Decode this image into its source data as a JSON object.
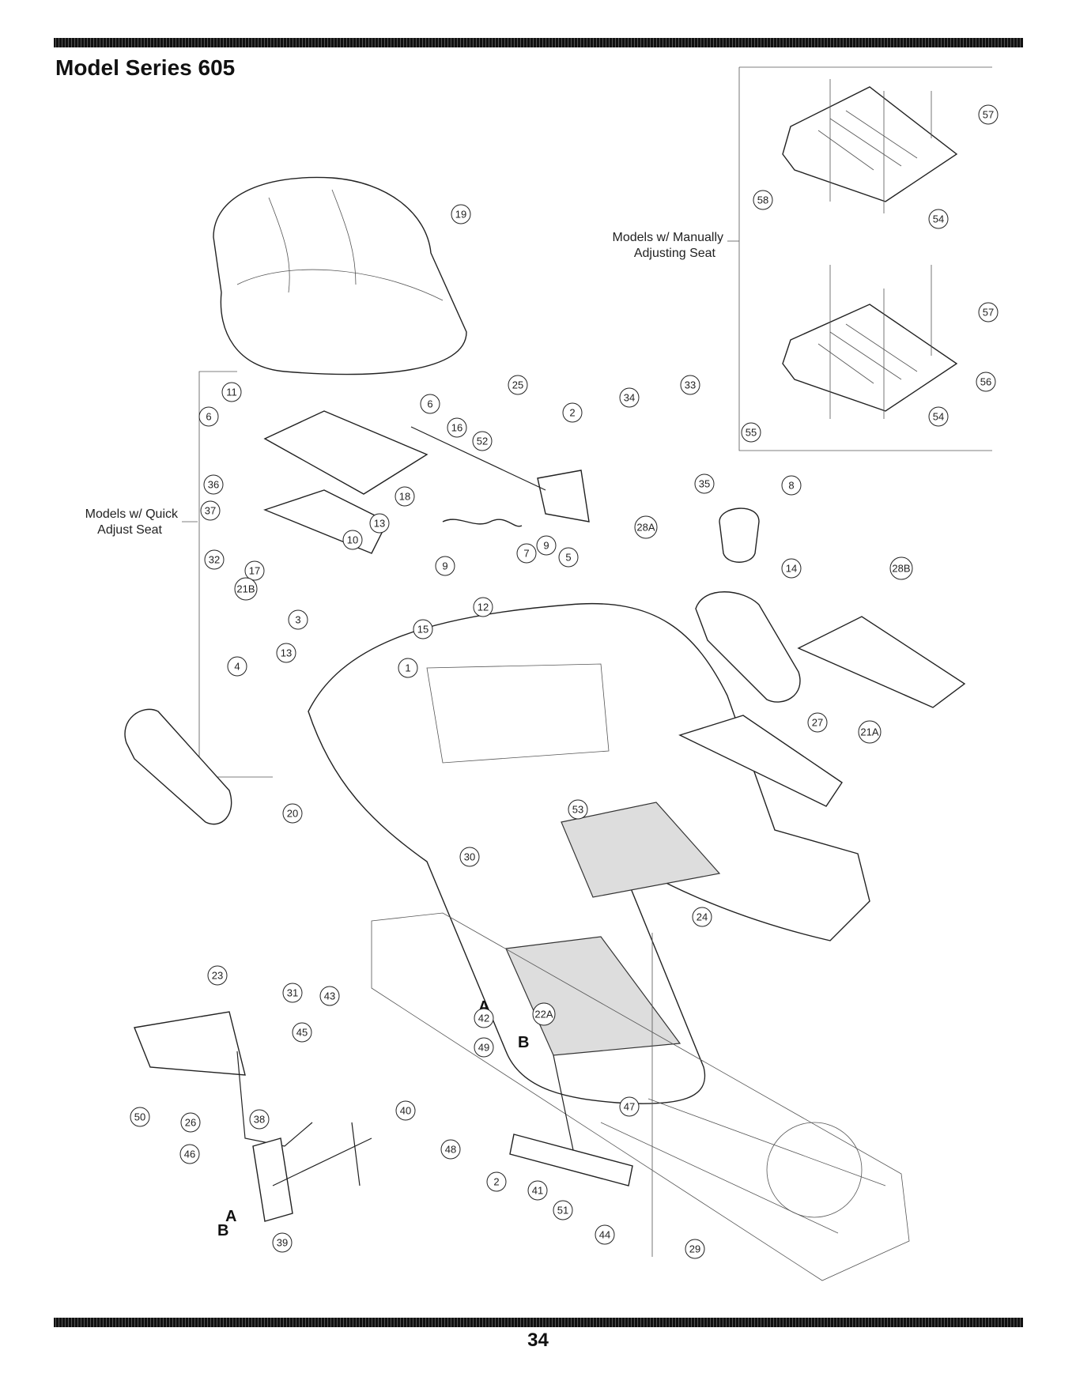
{
  "title": "Model Series 605",
  "page_number": "34",
  "notes": {
    "manual_seat": [
      "Models w/ Manually",
      "Adjusting Seat"
    ],
    "quick_seat": [
      "Models w/ Quick",
      "Adjust Seat"
    ]
  },
  "letters": [
    "A",
    "B",
    "B",
    "A",
    "B"
  ],
  "callouts": [
    "57",
    "58",
    "54",
    "57",
    "56",
    "55",
    "54",
    "19",
    "11",
    "6",
    "6",
    "16",
    "25",
    "2",
    "34",
    "33",
    "52",
    "35",
    "36",
    "18",
    "8",
    "28A",
    "37",
    "13",
    "10",
    "7",
    "9",
    "5",
    "32",
    "17",
    "9",
    "12",
    "14",
    "28B",
    "21B",
    "3",
    "15",
    "13",
    "1",
    "4",
    "27",
    "21A",
    "20",
    "30",
    "53",
    "24",
    "23",
    "31",
    "43",
    "42",
    "22A",
    "45",
    "49",
    "50",
    "26",
    "38",
    "40",
    "47",
    "46",
    "48",
    "2",
    "41",
    "51",
    "39",
    "44",
    "29",
    "2"
  ]
}
